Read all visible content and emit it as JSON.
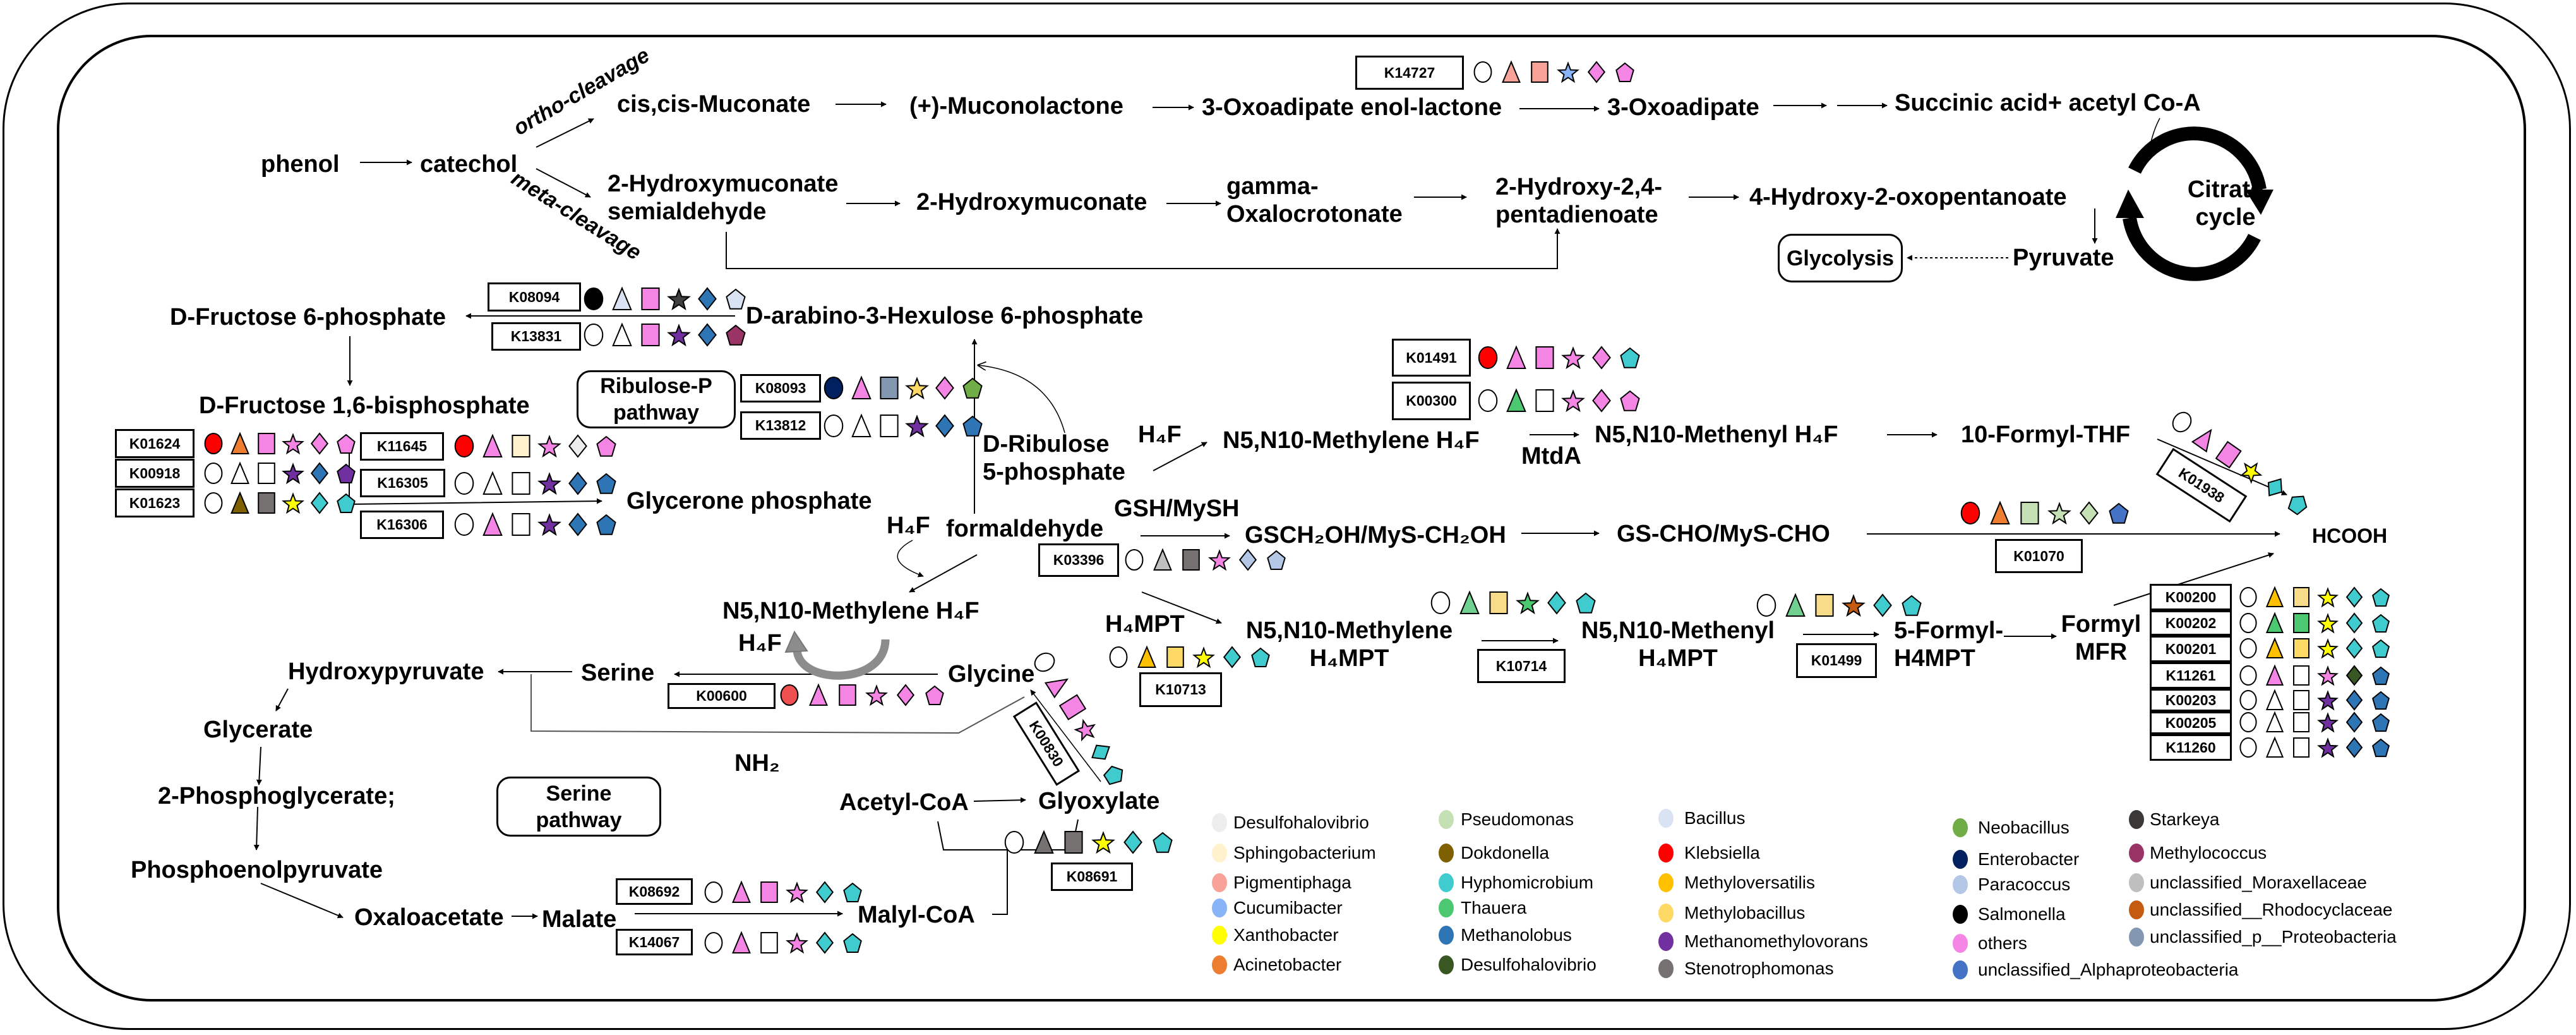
{
  "compounds": {
    "phenol": "phenol",
    "catechol": "catechol",
    "ortho": "ortho-cleavage",
    "meta": "meta-cleavage",
    "cis_muconate": "cis,cis-Muconate",
    "muconolactone": "(+)-Muconolactone",
    "enol_lactone": "3-Oxoadipate enol-lactone",
    "oxoadipate": "3-Oxoadipate",
    "succinic": "Succinic acid+ acetyl Co-A",
    "hms_1": "2-Hydroxymuconate",
    "hms_2": "semialdehyde",
    "hydroxymuconate": "2-Hydroxymuconate",
    "gamma_1": "gamma-",
    "gamma_2": "Oxalocrotonate",
    "pentadienoate_1": "2-Hydroxy-2,4-",
    "pentadienoate_2": "pentadienoate",
    "oxopentanoate": "4-Hydroxy-2-oxopentanoate",
    "citrate_1": "Citrate",
    "citrate_2": "cycle",
    "glycolysis": "Glycolysis",
    "pyruvate": "Pyruvate",
    "f6p": "D-Fructose 6-phosphate",
    "hexulose": "D-arabino-3-Hexulose 6-phosphate",
    "fbp": "D-Fructose 1,6-bisphosphate",
    "ribulose_pathway_1": "Ribulose-P",
    "ribulose_pathway_2": "pathway",
    "glycerone": "Glycerone phosphate",
    "ribulose5p_1": "D-Ribulose",
    "ribulose5p_2": "5-phosphate",
    "h4f_a": "H₄F",
    "methylene_h4f_a": "N5,N10-Methylene H₄F",
    "mtda": "MtdA",
    "methenyl_h4f": "N5,N10-Methenyl H₄F",
    "formyl_thf": "10-Formyl-THF",
    "h4f_b": "H₄F",
    "formaldehyde": "formaldehyde",
    "gsh": "GSH/MySH",
    "gsch2oh": "GSCH₂OH/MyS-CH₂OH",
    "gscho": "GS-CHO/MyS-CHO",
    "hcooh": "HCOOH",
    "methylene_h4f_b": "N5,N10-Methylene H₄F",
    "h4f_c": "H₄F",
    "h4mpt": "H₄MPT",
    "methylene_h4mpt_1": "N5,N10-Methylene",
    "methylene_h4mpt_2": "H₄MPT",
    "methenyl_h4mpt_1": "N5,N10-Methenyl",
    "methenyl_h4mpt_2": "H₄MPT",
    "formyl_h4mpt_1": "5-Formyl-",
    "formyl_h4mpt_2": "H4MPT",
    "formyl_mfr_1": "Formyl",
    "formyl_mfr_2": "MFR",
    "hydroxypyruvate": "Hydroxypyruvate",
    "serine": "Serine",
    "glycine": "Glycine",
    "nh2": "NH₂",
    "glycerate": "Glycerate",
    "phosphoglycerate": "2-Phosphoglycerate;",
    "serine_pathway_1": "Serine",
    "serine_pathway_2": "pathway",
    "acetyl_coa": "Acetyl-CoA",
    "glyoxylate": "Glyoxylate",
    "pep": "Phosphoenolpyruvate",
    "oxaloacetate": "Oxaloacetate",
    "malate": "Malate",
    "malyl_coa": "Malyl-CoA"
  },
  "symbol_shapes": [
    "circle",
    "triangle",
    "square",
    "star",
    "diamond",
    "pentagon"
  ],
  "enzymes": [
    {
      "id": "K14727",
      "colors": [
        "#ffffff",
        "#f8a298",
        "#f8a298",
        "#8ab4f8",
        "#f485e4",
        "#f485e4"
      ]
    },
    {
      "id": "K08094",
      "colors": [
        "#000000",
        "#dae3f3",
        "#f485e4",
        "#404040",
        "#2e75b6",
        "#dae3f3"
      ]
    },
    {
      "id": "K13831",
      "colors": [
        "#ffffff",
        "#ffffff",
        "#f485e4",
        "#7030a0",
        "#2e75b6",
        "#9a3366"
      ]
    },
    {
      "id": "K08093",
      "colors": [
        "#002060",
        "#f485e4",
        "#8497b0",
        "#ffd966",
        "#f485e4",
        "#70ad47"
      ]
    },
    {
      "id": "K13812",
      "colors": [
        "#ffffff",
        "#ffffff",
        "#ffffff",
        "#7030a0",
        "#2e75b6",
        "#2e75b6"
      ]
    },
    {
      "id": "K01624",
      "colors": [
        "#ff0000",
        "#ed7d31",
        "#f485e4",
        "#f485e4",
        "#f485e4",
        "#f485e4"
      ]
    },
    {
      "id": "K00918",
      "colors": [
        "#ffffff",
        "#ffffff",
        "#ffffff",
        "#7030a0",
        "#2e75b6",
        "#7030a0"
      ]
    },
    {
      "id": "K01623",
      "colors": [
        "#ffffff",
        "#7f6000",
        "#767171",
        "#ffff00",
        "#40cccf",
        "#40cccf"
      ]
    },
    {
      "id": "K11645",
      "colors": [
        "#ff0000",
        "#f485e4",
        "#fff2cc",
        "#f485e4",
        "#ededed",
        "#f485e4"
      ]
    },
    {
      "id": "K16305",
      "colors": [
        "#ffffff",
        "#ffffff",
        "#ffffff",
        "#7030a0",
        "#2e75b6",
        "#2e75b6"
      ]
    },
    {
      "id": "K16306",
      "colors": [
        "#ffffff",
        "#f485e4",
        "#ffffff",
        "#7030a0",
        "#2e75b6",
        "#2e75b6"
      ]
    },
    {
      "id": "K01491",
      "colors": [
        "#ff0000",
        "#f485e4",
        "#f485e4",
        "#f485e4",
        "#f485e4",
        "#40cccf"
      ]
    },
    {
      "id": "K00300",
      "colors": [
        "#ffffff",
        "#4bc870",
        "#ffffff",
        "#f485e4",
        "#f485e4",
        "#f485e4"
      ]
    },
    {
      "id": "K03396",
      "colors": [
        "#ffffff",
        "#bfbfbf",
        "#767171",
        "#f485e4",
        "#b4c7e7",
        "#b4c7e7"
      ]
    },
    {
      "id": "K01070",
      "colors": [
        "#ff0000",
        "#ed7d31",
        "#c5e0b4",
        "#c5e0b4",
        "#c5e0b4",
        "#4472c4"
      ]
    },
    {
      "id": "K01938",
      "colors": [
        "#ffffff",
        "#f485e4",
        "#f485e4",
        "#ffff00",
        "#40cccf",
        "#40cccf"
      ]
    },
    {
      "id": "K00600",
      "colors": [
        "#f05050",
        "#f485e4",
        "#f485e4",
        "#f485e4",
        "#f485e4",
        "#f485e4"
      ]
    },
    {
      "id": "K10713",
      "colors": [
        "#ffffff",
        "#ffc000",
        "#ffd966",
        "#ffff00",
        "#40cccf",
        "#40cccf"
      ]
    },
    {
      "id": "K10714",
      "colors": [
        "#ffffff",
        "#70d090",
        "#f9dc8a",
        "#4bc870",
        "#40cccf",
        "#40cccf"
      ]
    },
    {
      "id": "K01499",
      "colors": [
        "#ffffff",
        "#70d090",
        "#f9dc8a",
        "#c55a11",
        "#40cccf",
        "#40cccf"
      ]
    },
    {
      "id": "K00830",
      "colors": [
        "#ffffff",
        "#f485e4",
        "#f485e4",
        "#f485e4",
        "#40cccf",
        "#40cccf"
      ]
    },
    {
      "id": "K08691",
      "colors": [
        "#ffffff",
        "#767171",
        "#767171",
        "#ffff00",
        "#40cccf",
        "#40cccf"
      ]
    },
    {
      "id": "K08692",
      "colors": [
        "#ffffff",
        "#f485e4",
        "#f485e4",
        "#f485e4",
        "#40cccf",
        "#40cccf"
      ]
    },
    {
      "id": "K14067",
      "colors": [
        "#ffffff",
        "#f485e4",
        "#ffffff",
        "#f485e4",
        "#40cccf",
        "#40cccf"
      ]
    },
    {
      "id": "K00200",
      "colors": [
        "#ffffff",
        "#ffc000",
        "#f9dc8a",
        "#ffff00",
        "#40cccf",
        "#40cccf"
      ]
    },
    {
      "id": "K00202",
      "colors": [
        "#ffffff",
        "#4bc870",
        "#4bc870",
        "#ffff00",
        "#40cccf",
        "#40cccf"
      ]
    },
    {
      "id": "K00201",
      "colors": [
        "#ffffff",
        "#ffc000",
        "#ffd966",
        "#ffff00",
        "#40cccf",
        "#40cccf"
      ]
    },
    {
      "id": "K11261",
      "colors": [
        "#ffffff",
        "#f485e4",
        "#ffffff",
        "#f485e4",
        "#385723",
        "#2e75b6"
      ]
    },
    {
      "id": "K00203",
      "colors": [
        "#ffffff",
        "#ffffff",
        "#ffffff",
        "#7030a0",
        "#2e75b6",
        "#2e75b6"
      ]
    },
    {
      "id": "K00205",
      "colors": [
        "#ffffff",
        "#ffffff",
        "#ffffff",
        "#7030a0",
        "#2e75b6",
        "#2e75b6"
      ]
    },
    {
      "id": "K11260",
      "colors": [
        "#ffffff",
        "#ffffff",
        "#ffffff",
        "#7030a0",
        "#2e75b6",
        "#2e75b6"
      ]
    }
  ],
  "legend": [
    [
      {
        "name": "Desulfohalovibrio",
        "color": "#ededed"
      },
      {
        "name": "Sphingobacterium",
        "color": "#fff2cc"
      },
      {
        "name": "Pigmentiphaga",
        "color": "#f8a298"
      },
      {
        "name": "Cucumibacter",
        "color": "#8ab4f8"
      },
      {
        "name": "Xanthobacter",
        "color": "#ffff00"
      },
      {
        "name": "Acinetobacter",
        "color": "#ed7d31"
      }
    ],
    [
      {
        "name": "Pseudomonas",
        "color": "#c5e0b4"
      },
      {
        "name": "Dokdonella",
        "color": "#7f6000"
      },
      {
        "name": "Hyphomicrobium",
        "color": "#40cccf"
      },
      {
        "name": "Thauera",
        "color": "#4bc870"
      },
      {
        "name": "Methanolobus",
        "color": "#2e75b6"
      },
      {
        "name": "Desulfohalovibrio",
        "color": "#385723"
      }
    ],
    [
      {
        "name": "Bacillus",
        "color": "#dae3f3"
      },
      {
        "name": "Klebsiella",
        "color": "#ff0000"
      },
      {
        "name": "Methyloversatilis",
        "color": "#ffc000"
      },
      {
        "name": "Methylobacillus",
        "color": "#ffd966"
      },
      {
        "name": "Methanomethylovorans",
        "color": "#7030a0"
      },
      {
        "name": "Stenotrophomonas",
        "color": "#767171"
      }
    ],
    [
      {
        "name": "Neobacillus",
        "color": "#70ad47"
      },
      {
        "name": "Enterobacter",
        "color": "#002060"
      },
      {
        "name": "Paracoccus",
        "color": "#b4c7e7"
      },
      {
        "name": "Salmonella",
        "color": "#000000"
      },
      {
        "name": "others",
        "color": "#f485e4"
      },
      {
        "name": "unclassified_Alphaproteobacteria",
        "color": "#4472c4"
      }
    ],
    [
      {
        "name": "Starkeya",
        "color": "#3b3838"
      },
      {
        "name": "Methylococcus",
        "color": "#9a3366"
      },
      {
        "name": "unclassified_Moraxellaceae",
        "color": "#bfbfbf"
      },
      {
        "name": "unclassified__Rhodocyclaceae",
        "color": "#c55a11"
      },
      {
        "name": "unclassified_p__Proteobacteria",
        "color": "#8497b0"
      }
    ]
  ]
}
